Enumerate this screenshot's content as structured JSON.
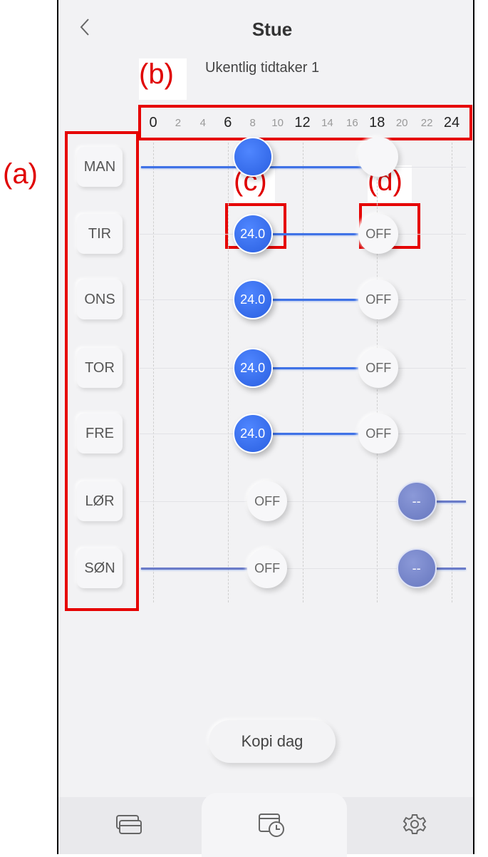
{
  "header": {
    "title": "Stue",
    "subtitle": "Ukentlig tidtaker 1"
  },
  "annotations": {
    "a": "(a)",
    "b": "(b)",
    "c": "(c)",
    "d": "(d)"
  },
  "axis": {
    "ticks": [
      {
        "label": "0",
        "major": true
      },
      {
        "label": "2",
        "major": false
      },
      {
        "label": "4",
        "major": false
      },
      {
        "label": "6",
        "major": true
      },
      {
        "label": "8",
        "major": false
      },
      {
        "label": "10",
        "major": false
      },
      {
        "label": "12",
        "major": true
      },
      {
        "label": "14",
        "major": false
      },
      {
        "label": "16",
        "major": false
      },
      {
        "label": "18",
        "major": true
      },
      {
        "label": "20",
        "major": false
      },
      {
        "label": "22",
        "major": false
      },
      {
        "label": "24",
        "major": true
      }
    ]
  },
  "days": [
    {
      "label": "MAN",
      "knob1": "",
      "knob2": ""
    },
    {
      "label": "TIR",
      "knob1": "24.0",
      "knob2": "OFF"
    },
    {
      "label": "ONS",
      "knob1": "24.0",
      "knob2": "OFF"
    },
    {
      "label": "TOR",
      "knob1": "24.0",
      "knob2": "OFF"
    },
    {
      "label": "FRE",
      "knob1": "24.0",
      "knob2": "OFF"
    },
    {
      "label": "LØR",
      "knob1": "OFF",
      "knob2": "--"
    },
    {
      "label": "SØN",
      "knob1": "OFF",
      "knob2": "--"
    }
  ],
  "copy_button": "Kopi dag",
  "tabs": [
    {
      "icon": "devices-icon"
    },
    {
      "icon": "schedule-icon"
    },
    {
      "icon": "settings-icon"
    }
  ],
  "colors": {
    "accent": "#3f72e6",
    "annotation": "#e60000"
  }
}
